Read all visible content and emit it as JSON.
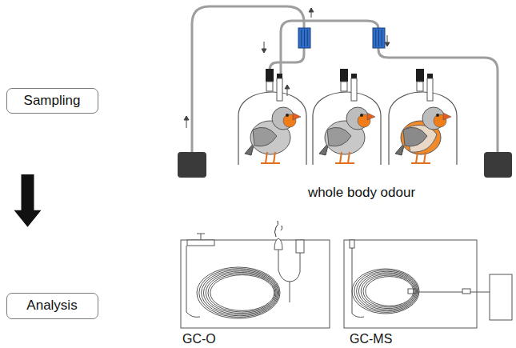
{
  "diagram": {
    "nodes": [
      {
        "text": [
          "Sampling"
        ]
      },
      {
        "text": [
          "Analysis"
        ]
      }
    ],
    "edges": [
      {
        "from": 0,
        "to": 1,
        "arrow": "to"
      }
    ],
    "labels": [
      "whole body odour",
      "GC-O",
      "GC-MS"
    ]
  }
}
